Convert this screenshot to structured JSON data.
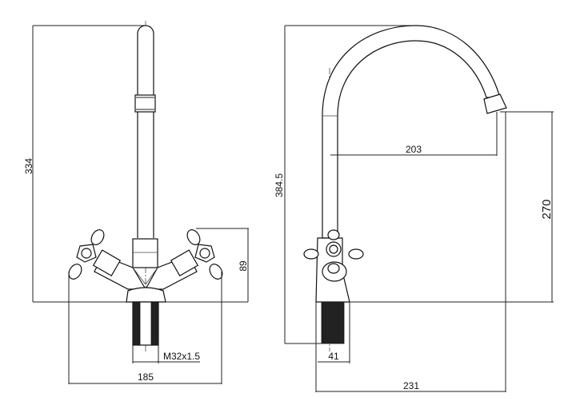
{
  "drawing": {
    "front_view": {
      "total_height": "334",
      "handle_height": "89",
      "handle_width": "185",
      "thread": "M32x1.5"
    },
    "side_view": {
      "total_height": "384.5",
      "spout_reach": "203",
      "spout_clearance": "270",
      "base_width": "41",
      "total_depth": "231"
    }
  }
}
